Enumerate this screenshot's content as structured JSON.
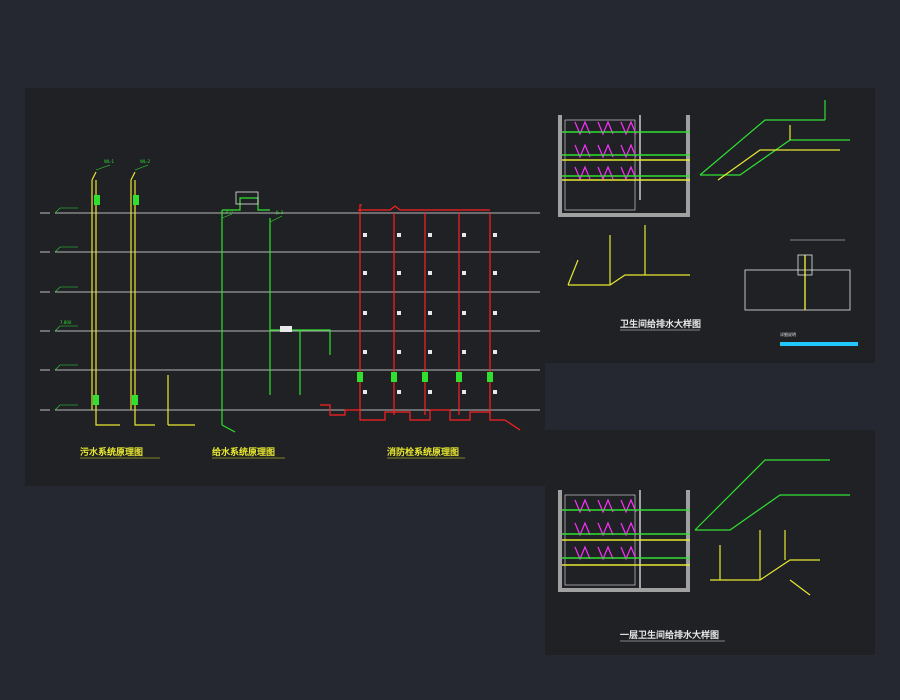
{
  "colors": {
    "background": "#252830",
    "panel": "#1f2125",
    "line": "#e8e8e8",
    "yellow": "#e8e830",
    "green": "#30e030",
    "red": "#ff2020",
    "magenta": "#ff30ff",
    "cyan": "#20c8ff",
    "grey": "#a0a0a0"
  },
  "captions": {
    "drainage": "污水系统原理图",
    "supply": "给水系统原理图",
    "fire": "消防栓系统原理图",
    "toilet_upper": "卫生间给排水大样图",
    "toilet_ground": "一层卫生间给排水大样图",
    "detail_note": "详细说明"
  },
  "floor_levels": [
    "",
    "",
    "",
    "7.800",
    "",
    ""
  ],
  "riser_tags": {
    "drain_1": "WL-1",
    "drain_2": "WL-2",
    "supply_1": "JL-1",
    "supply_2": "JL-2"
  }
}
